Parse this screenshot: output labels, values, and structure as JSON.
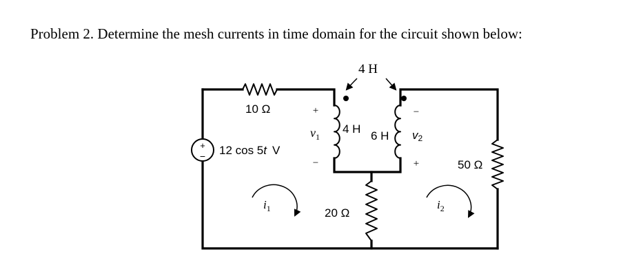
{
  "problem": {
    "title": "Problem 2. Determine the mesh currents in time domain for the circuit shown below:"
  },
  "circuit": {
    "mutual_inductance": {
      "value": "4 H"
    },
    "inductor_left": {
      "value": "4 H"
    },
    "inductor_right": {
      "value": "6 H"
    },
    "resistor_top_left": {
      "value": "10 Ω"
    },
    "resistor_middle": {
      "value": "20 Ω"
    },
    "resistor_right": {
      "value": "50 Ω"
    },
    "source": {
      "amplitude": "12 cos 5",
      "var": "t",
      "unit": "V",
      "plus": "+",
      "minus": "−"
    },
    "v1": {
      "symbol": "v",
      "sub": "1",
      "plus": "+",
      "minus": "−"
    },
    "v2": {
      "symbol": "v",
      "sub": "2",
      "plus": "+",
      "minus": "−"
    },
    "mesh1": {
      "symbol": "i",
      "sub": "1"
    },
    "mesh2": {
      "symbol": "i",
      "sub": "2"
    }
  }
}
